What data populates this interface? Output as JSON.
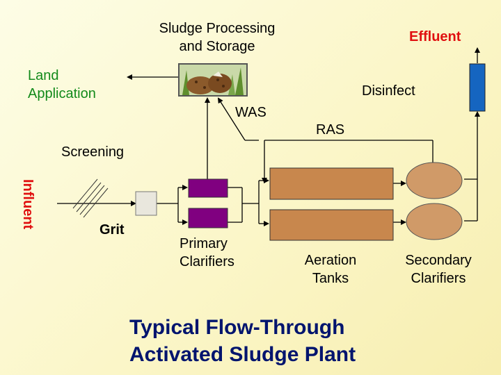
{
  "labels": {
    "sludge_processing": "Sludge Processing",
    "and_storage": "and Storage",
    "effluent": "Effluent",
    "land": "Land",
    "application": "Application",
    "disinfect": "Disinfect",
    "was": "WAS",
    "ras": "RAS",
    "screening": "Screening",
    "influent": "Influent",
    "grit": "Grit",
    "primary": "Primary",
    "clarifiers_primary": "Clarifiers",
    "aeration": "Aeration",
    "tanks": "Tanks",
    "secondary": "Secondary",
    "clarifiers_secondary": "Clarifiers",
    "title_line1": "Typical Flow-Through",
    "title_line2": "Activated Sludge Plant"
  },
  "colors": {
    "primary_clarifier": "#800080",
    "aeration_tank": "#c8874d",
    "secondary_clarifier": "#d09a68",
    "grit_chamber": "#e9e7dd",
    "disinfection_unit": "#1565c0",
    "land_application_text": "#128a1a",
    "effluent_text": "#e01010",
    "title_text": "#00146e"
  },
  "icons": {
    "sludge": "sludge-piles-icon",
    "screening": "bar-screen-icon"
  }
}
